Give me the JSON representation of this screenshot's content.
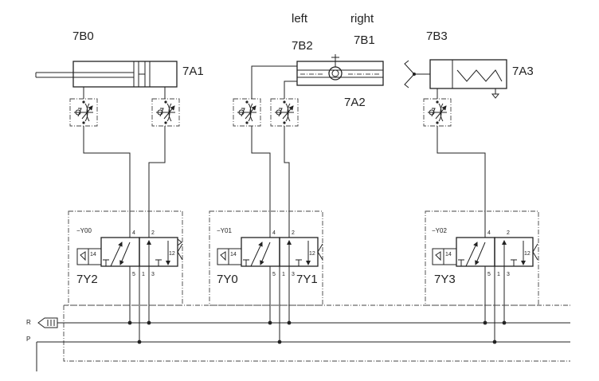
{
  "actuators": {
    "cyl_7a1": {
      "label": "7A1",
      "sensor": "7B0"
    },
    "drive_7a2": {
      "label": "7A2",
      "sensor_left": "7B2",
      "sensor_right": "7B1",
      "dir_left": "left",
      "dir_right": "right"
    },
    "gripper_7a3": {
      "label": "7A3",
      "sensor": "7B3"
    }
  },
  "valves": [
    {
      "tag": "−Y00",
      "sol_left": "7Y2",
      "sol_right": "",
      "ports": {
        "a": "4",
        "b": "2",
        "r": "5",
        "p": "1",
        "s": "3",
        "p14": "14",
        "p12": "12"
      }
    },
    {
      "tag": "−Y01",
      "sol_left": "7Y0",
      "sol_right": "7Y1",
      "ports": {
        "a": "4",
        "b": "2",
        "r": "5",
        "p": "1",
        "s": "3",
        "p14": "14",
        "p12": "12"
      }
    },
    {
      "tag": "−Y02",
      "sol_left": "7Y3",
      "sol_right": "",
      "ports": {
        "a": "4",
        "b": "2",
        "r": "5",
        "p": "1",
        "s": "3",
        "p14": "14",
        "p12": "12"
      }
    }
  ],
  "supply": {
    "exhaust": "R",
    "pressure": "P"
  }
}
